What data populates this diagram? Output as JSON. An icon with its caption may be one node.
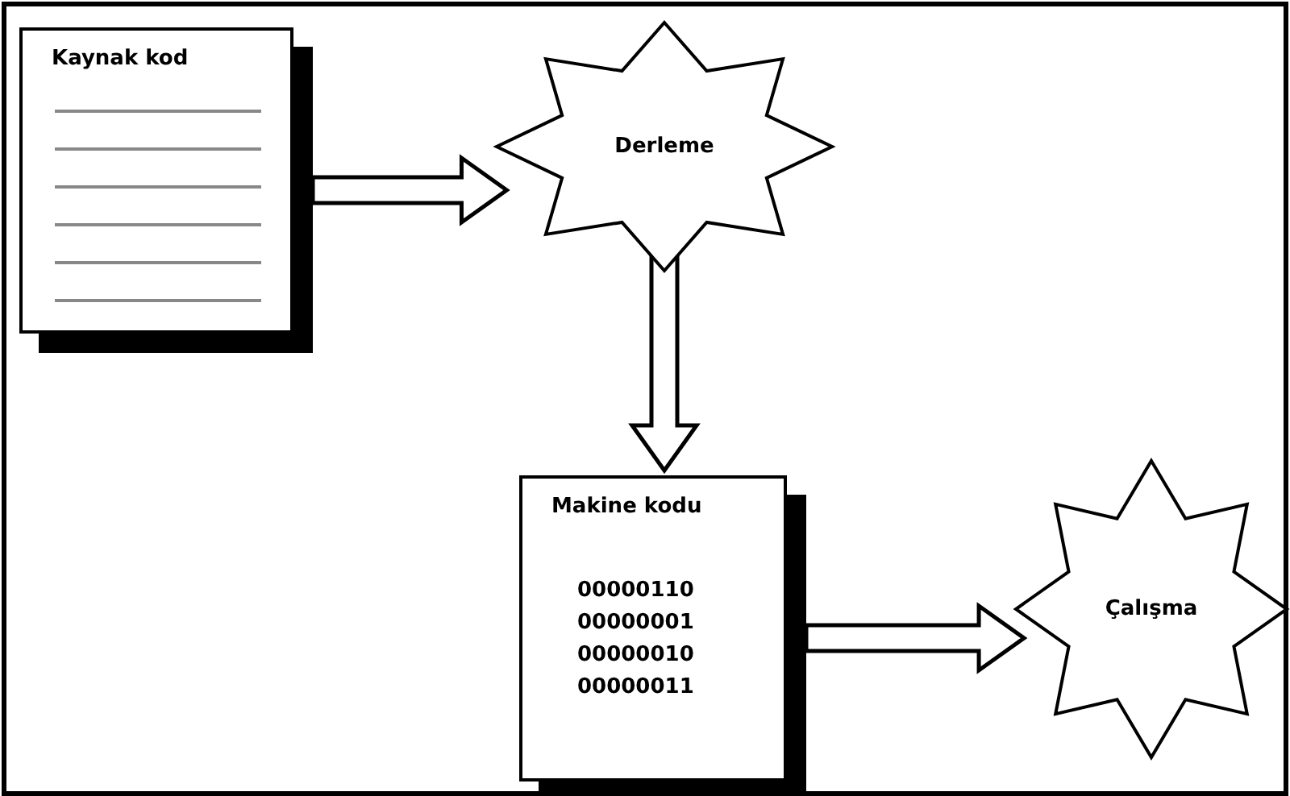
{
  "diagram": {
    "nodes": [
      {
        "text": [
          "Kaynak kod"
        ]
      },
      {
        "text": [
          "Derleme"
        ]
      },
      {
        "text": [
          "Makine kodu",
          "00000110 00000001 00000010 00000011"
        ]
      },
      {
        "text": [
          "Çalışma"
        ]
      }
    ],
    "edges": [
      {
        "from": 0,
        "to": 1,
        "arrow": "to"
      },
      {
        "from": 1,
        "to": 2,
        "arrow": "to"
      },
      {
        "from": 2,
        "to": 3,
        "arrow": "to"
      }
    ]
  }
}
